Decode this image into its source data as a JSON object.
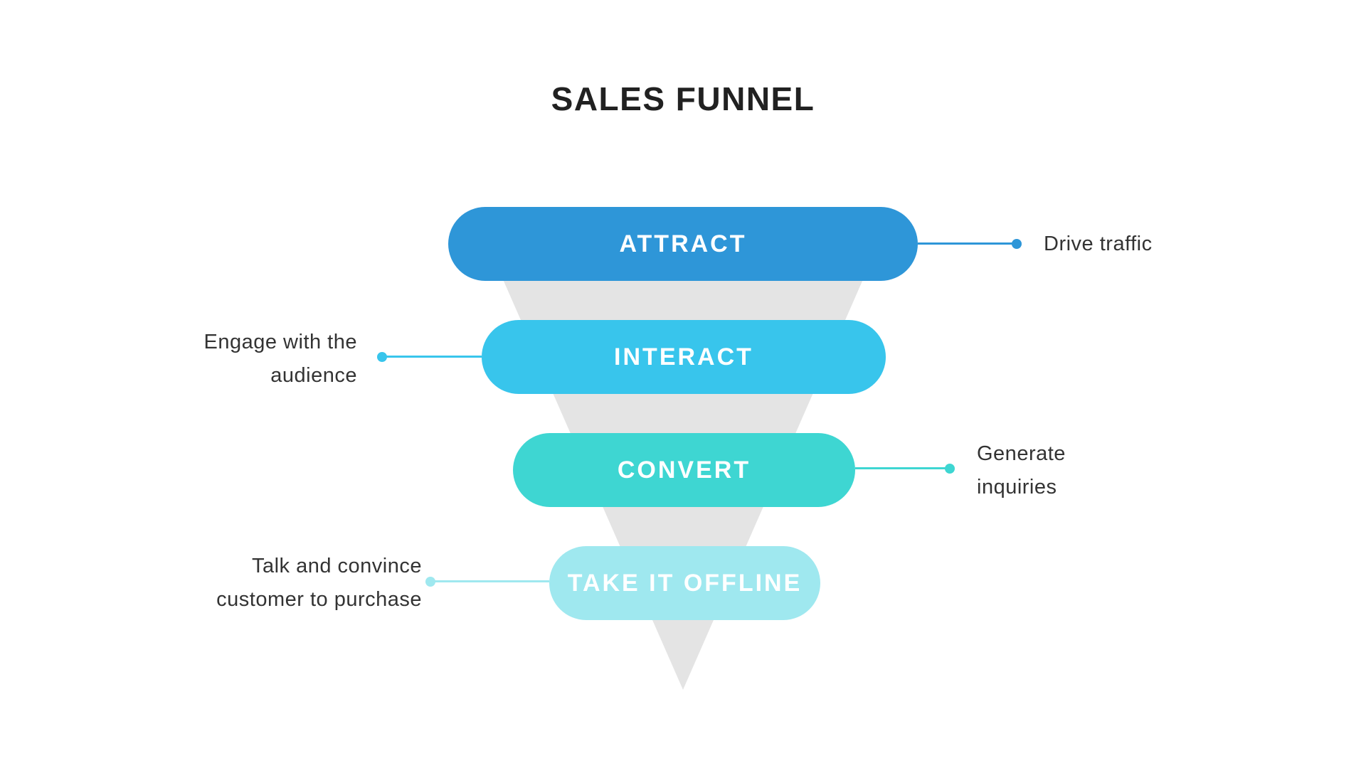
{
  "page": {
    "title": "SALES FUNNEL",
    "background_color": "#FFFFFF",
    "title_color": "#212121"
  },
  "funnel": {
    "type": "funnel-diagram",
    "triangle_color": "#E4E4E4",
    "stage_label_color": "#FFFFFF",
    "callout_text_color": "#333333",
    "stages": [
      {
        "label": "ATTRACT",
        "color": "#2E96D8",
        "callout": {
          "side": "right",
          "lines": [
            "Drive traffic"
          ]
        }
      },
      {
        "label": "INTERACT",
        "color": "#38C5EC",
        "callout": {
          "side": "left",
          "lines": [
            "Engage with the",
            "audience"
          ]
        }
      },
      {
        "label": "CONVERT",
        "color": "#3ED6D2",
        "callout": {
          "side": "right",
          "lines": [
            "Generate",
            "inquiries"
          ]
        }
      },
      {
        "label": "TAKE IT OFFLINE",
        "color": "#9FE8EF",
        "callout": {
          "side": "left",
          "lines": [
            "Talk and convince",
            "customer to purchase"
          ]
        }
      }
    ]
  }
}
